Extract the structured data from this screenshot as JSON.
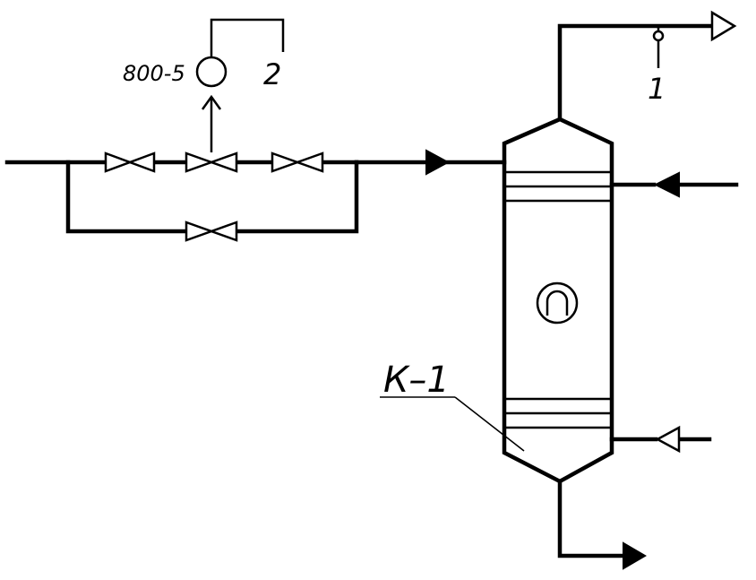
{
  "labels": {
    "instrument_tag": "800-5",
    "ref_2": "2",
    "ref_1": "1",
    "column_tag": "К–1"
  },
  "colors": {
    "line": "#000000",
    "background": "#ffffff"
  },
  "icons": {
    "valve": "gate-valve-icon",
    "control_valve": "control-valve-icon",
    "instrument": "instrument-circle-icon",
    "pump": "circulation-symbol-icon",
    "flow_arrow": "flow-arrow-icon"
  }
}
